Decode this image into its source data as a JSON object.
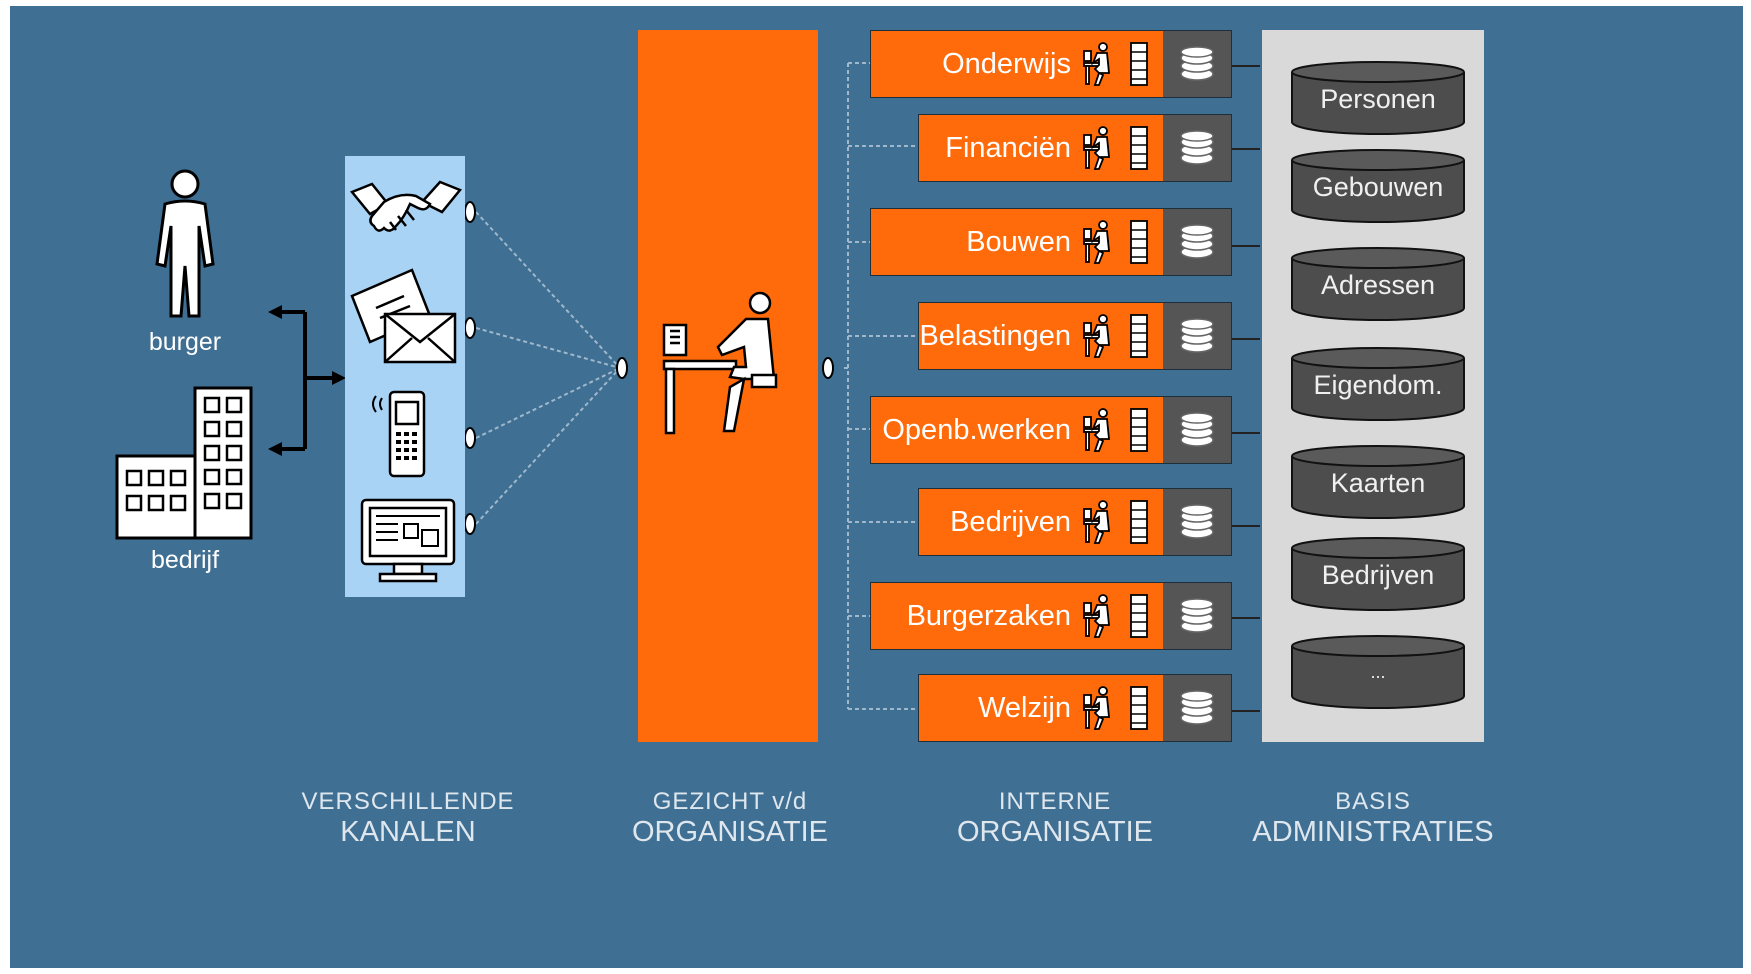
{
  "actors": [
    {
      "label": "burger",
      "icon": "person-icon"
    },
    {
      "label": "bedrijf",
      "icon": "building-icon"
    }
  ],
  "channels": [
    {
      "icon": "handshake-icon"
    },
    {
      "icon": "envelope-icon"
    },
    {
      "icon": "mobile-phone-icon"
    },
    {
      "icon": "computer-monitor-icon"
    }
  ],
  "departments": [
    {
      "label": "Onderwijs"
    },
    {
      "label": "Financiën"
    },
    {
      "label": "Bouwen"
    },
    {
      "label": "Belastingen"
    },
    {
      "label": "Openb.werken"
    },
    {
      "label": "Bedrijven"
    },
    {
      "label": "Burgerzaken"
    },
    {
      "label": "Welzijn"
    }
  ],
  "databases": [
    "Personen",
    "Gebouwen",
    "Adressen",
    "Eigendom.",
    "Kaarten",
    "Bedrijven",
    "..."
  ],
  "section_titles": {
    "channels": {
      "line1": "VERSCHILLENDE",
      "line2": "KANALEN"
    },
    "face": {
      "line1": "GEZICHT v/d",
      "line2": "ORGANISATIE"
    },
    "internal": {
      "line1": "INTERNE",
      "line2": "ORGANISATIE"
    },
    "basis": {
      "line1": "BASIS",
      "line2": "ADMINISTRATIES"
    }
  },
  "colors": {
    "background": "#3f6f93",
    "accent_orange": "#ff6a0a",
    "channel_panel": "#a9d3f5",
    "db_panel": "#d9d9d9",
    "cylinder": "#4d4d4d"
  }
}
